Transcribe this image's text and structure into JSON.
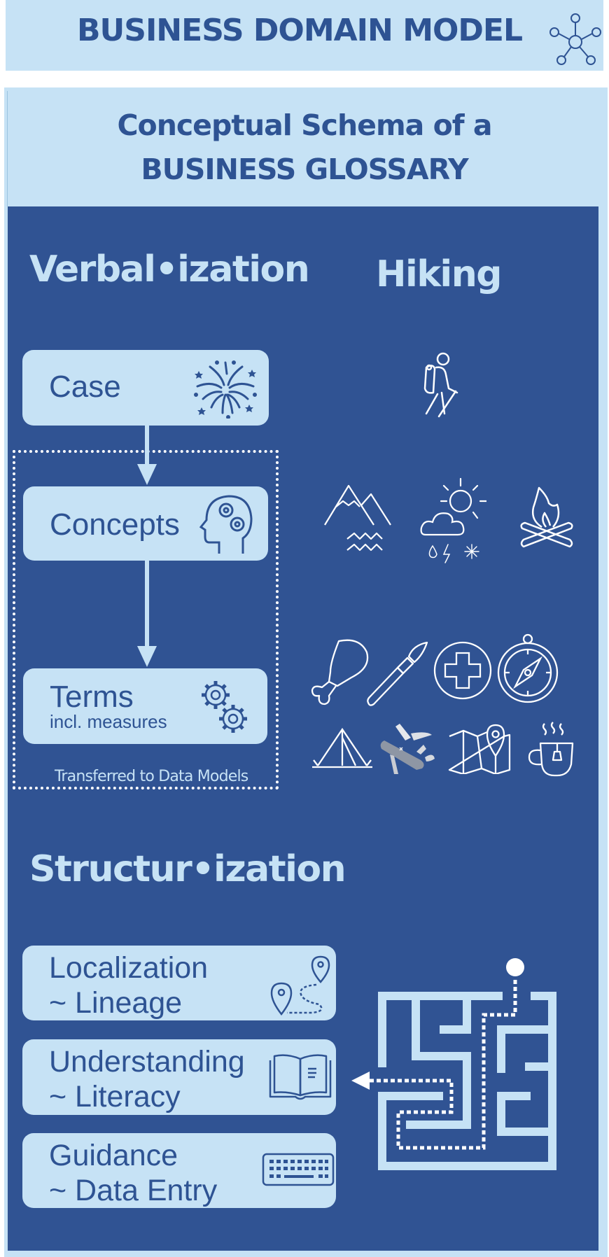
{
  "banner": {
    "title": "BUSINESS DOMAIN MODEL",
    "icon": "network-icon"
  },
  "header": {
    "line1": "Conceptual Schema of a",
    "line2": "BUSINESS GLOSSARY"
  },
  "colors": {
    "light_blue": "#c6e2f5",
    "dark_blue": "#305393",
    "text_blue": "#2e5393",
    "white": "#ffffff"
  },
  "verbalization": {
    "title": "Verbal•ization",
    "cards": [
      {
        "label": "Case",
        "icon": "fireworks-icon"
      },
      {
        "label": "Concepts",
        "icon": "head-gears-icon"
      },
      {
        "label": "Terms",
        "sublabel": "incl. measures",
        "icon": "gears-icon"
      }
    ],
    "group_note": "Transferred to Data Models"
  },
  "hiking": {
    "title": "Hiking",
    "icons": [
      "hiker-icon",
      "mountains-icon",
      "weather-icon",
      "campfire-icon",
      "drumstick-icon",
      "paintbrush-icon",
      "first-aid-icon",
      "compass-icon",
      "tent-icon",
      "pocket-knife-icon",
      "map-pin-icon",
      "tea-cup-icon"
    ]
  },
  "structurization": {
    "title": "Structur•ization",
    "cards": [
      {
        "line1": "Localization",
        "line2": "~ Lineage",
        "icon": "route-pins-icon"
      },
      {
        "line1": "Understanding",
        "line2": "~ Literacy",
        "icon": "open-book-icon"
      },
      {
        "line1": "Guidance",
        "line2": "~ Data Entry",
        "icon": "keyboard-icon"
      }
    ],
    "illustration": "maze-icon"
  }
}
